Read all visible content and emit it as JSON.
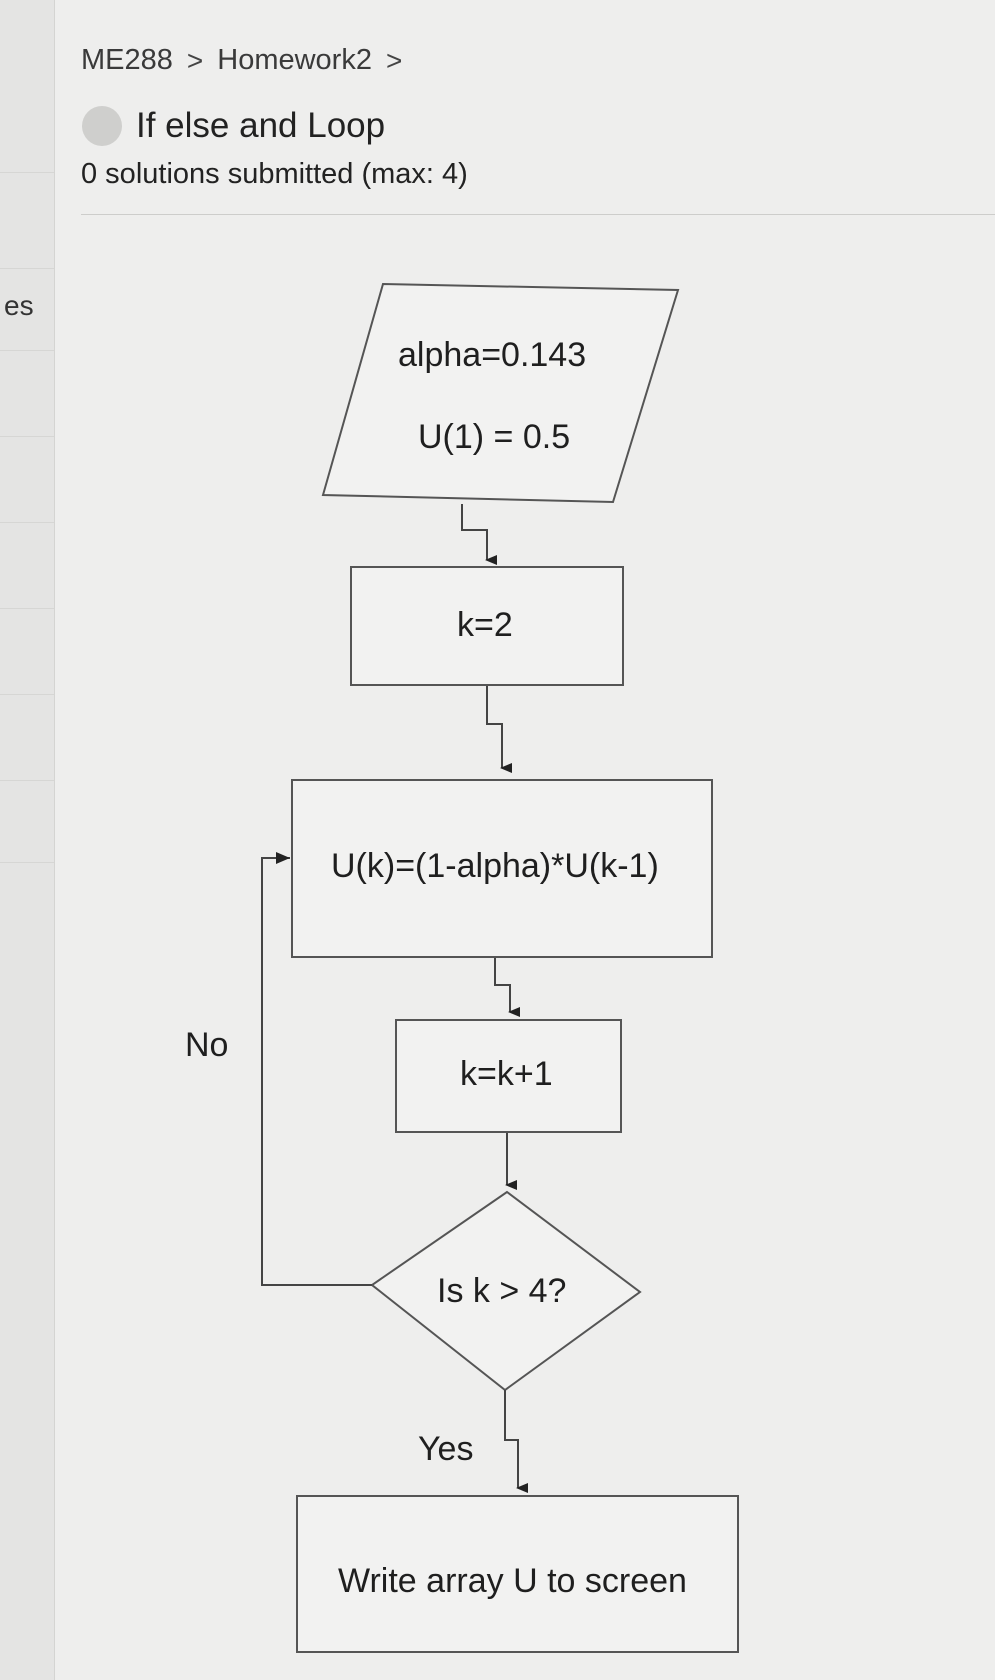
{
  "sidebar": {
    "partial_label": "es"
  },
  "breadcrumb": {
    "items": [
      "ME288",
      "Homework2"
    ],
    "separator": ">"
  },
  "problem": {
    "title": "If else and Loop",
    "submissions": "0 solutions submitted (max: 4)"
  },
  "flowchart": {
    "input_line1": "alpha=0.143",
    "input_line2": "U(1) = 0.5",
    "init_k": "k=2",
    "update_u": "U(k)=(1-alpha)*U(k-1)",
    "increment_k": "k=k+1",
    "decision": "Is k > 4?",
    "no_label": "No",
    "yes_label": "Yes",
    "output": "Write array U to screen"
  },
  "colors": {
    "background": "#eeeeed",
    "shape_stroke": "#555555",
    "text": "#1f1f1f"
  }
}
